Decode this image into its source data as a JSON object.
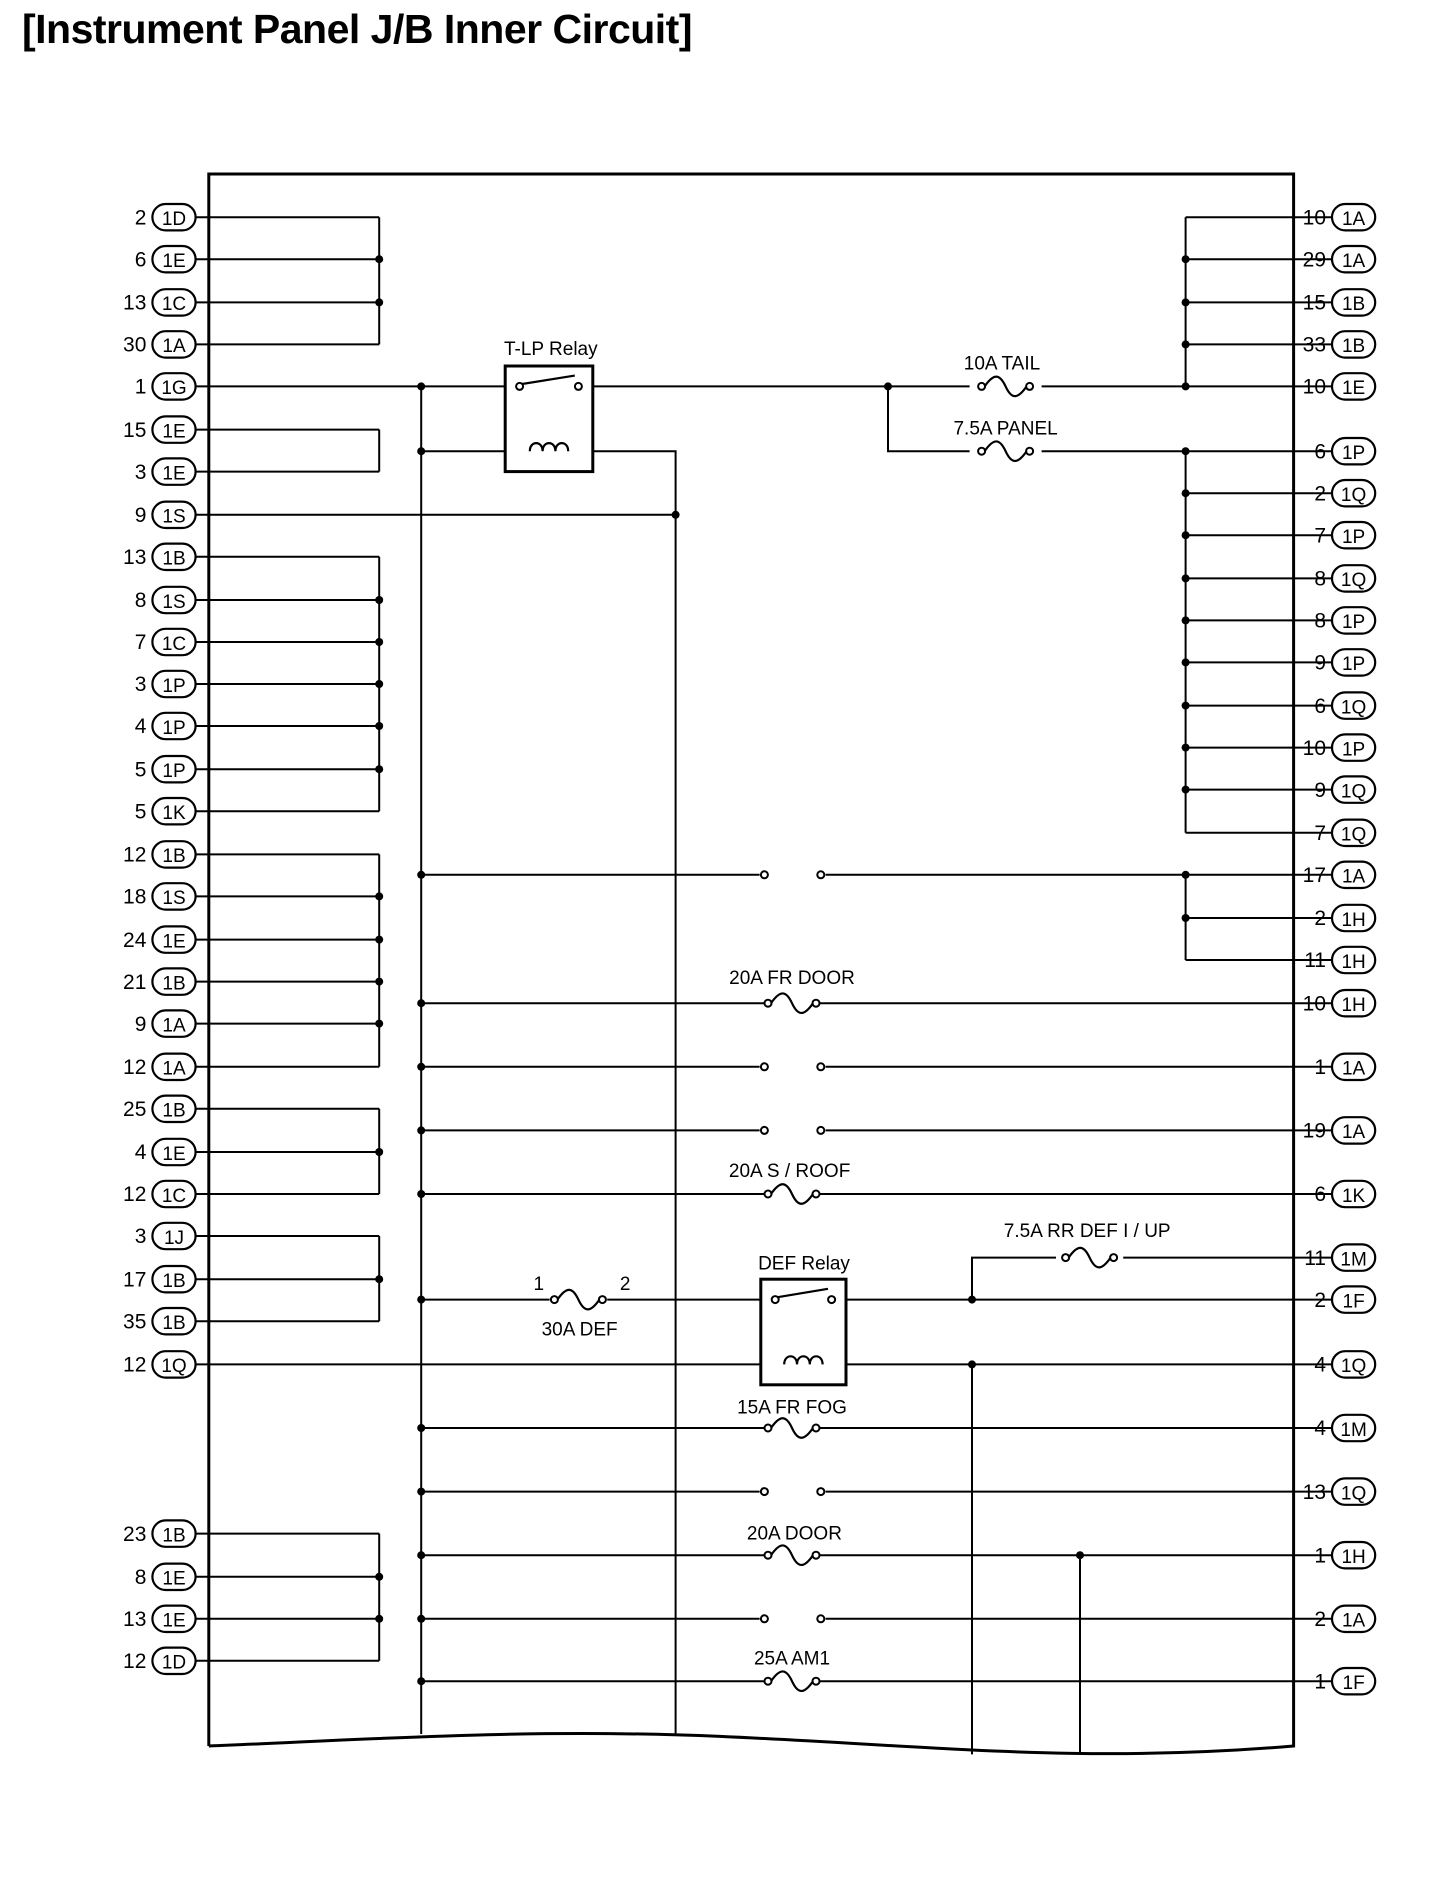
{
  "title": "[Instrument Panel J/B Inner Circuit]",
  "left_pins": [
    {
      "pin": "2",
      "conn": "1D"
    },
    {
      "pin": "6",
      "conn": "1E"
    },
    {
      "pin": "13",
      "conn": "1C"
    },
    {
      "pin": "30",
      "conn": "1A"
    },
    {
      "pin": "1",
      "conn": "1G"
    },
    {
      "pin": "15",
      "conn": "1E"
    },
    {
      "pin": "3",
      "conn": "1E"
    },
    {
      "pin": "9",
      "conn": "1S"
    },
    {
      "pin": "13",
      "conn": "1B"
    },
    {
      "pin": "8",
      "conn": "1S"
    },
    {
      "pin": "7",
      "conn": "1C"
    },
    {
      "pin": "3",
      "conn": "1P"
    },
    {
      "pin": "4",
      "conn": "1P"
    },
    {
      "pin": "5",
      "conn": "1P"
    },
    {
      "pin": "5",
      "conn": "1K"
    },
    {
      "pin": "12",
      "conn": "1B"
    },
    {
      "pin": "18",
      "conn": "1S"
    },
    {
      "pin": "24",
      "conn": "1E"
    },
    {
      "pin": "21",
      "conn": "1B"
    },
    {
      "pin": "9",
      "conn": "1A"
    },
    {
      "pin": "12",
      "conn": "1A"
    },
    {
      "pin": "25",
      "conn": "1B"
    },
    {
      "pin": "4",
      "conn": "1E"
    },
    {
      "pin": "12",
      "conn": "1C"
    },
    {
      "pin": "3",
      "conn": "1J"
    },
    {
      "pin": "17",
      "conn": "1B"
    },
    {
      "pin": "35",
      "conn": "1B"
    },
    {
      "pin": "12",
      "conn": "1Q"
    },
    {
      "pin": "23",
      "conn": "1B"
    },
    {
      "pin": "8",
      "conn": "1E"
    },
    {
      "pin": "13",
      "conn": "1E"
    },
    {
      "pin": "12",
      "conn": "1D"
    }
  ],
  "right_pins": [
    {
      "pin": "10",
      "conn": "1A"
    },
    {
      "pin": "29",
      "conn": "1A"
    },
    {
      "pin": "15",
      "conn": "1B"
    },
    {
      "pin": "33",
      "conn": "1B"
    },
    {
      "pin": "10",
      "conn": "1E"
    },
    {
      "pin": "6",
      "conn": "1P"
    },
    {
      "pin": "2",
      "conn": "1Q"
    },
    {
      "pin": "7",
      "conn": "1P"
    },
    {
      "pin": "8",
      "conn": "1Q"
    },
    {
      "pin": "8",
      "conn": "1P"
    },
    {
      "pin": "9",
      "conn": "1P"
    },
    {
      "pin": "6",
      "conn": "1Q"
    },
    {
      "pin": "10",
      "conn": "1P"
    },
    {
      "pin": "9",
      "conn": "1Q"
    },
    {
      "pin": "7",
      "conn": "1Q"
    },
    {
      "pin": "17",
      "conn": "1A"
    },
    {
      "pin": "2",
      "conn": "1H"
    },
    {
      "pin": "11",
      "conn": "1H"
    },
    {
      "pin": "10",
      "conn": "1H"
    },
    {
      "pin": "1",
      "conn": "1A"
    },
    {
      "pin": "19",
      "conn": "1A"
    },
    {
      "pin": "6",
      "conn": "1K"
    },
    {
      "pin": "11",
      "conn": "1M"
    },
    {
      "pin": "2",
      "conn": "1F"
    },
    {
      "pin": "4",
      "conn": "1Q"
    },
    {
      "pin": "4",
      "conn": "1M"
    },
    {
      "pin": "13",
      "conn": "1Q"
    },
    {
      "pin": "1",
      "conn": "1H"
    },
    {
      "pin": "2",
      "conn": "1A"
    },
    {
      "pin": "1",
      "conn": "1F"
    }
  ],
  "components": {
    "tlp_relay": "T-LP Relay",
    "def_relay": "DEF Relay",
    "fuse_tail": "10A TAIL",
    "fuse_panel": "7.5A PANEL",
    "fuse_fr_door": "20A FR DOOR",
    "fuse_s_roof": "20A S / ROOF",
    "fuse_rr_def": "7.5A RR DEF I / UP",
    "fuse_def": "30A DEF",
    "fuse_def_terminal_1": "1",
    "fuse_def_terminal_2": "2",
    "fuse_fr_fog": "15A FR FOG",
    "fuse_door": "20A DOOR",
    "fuse_am1": "25A AM1"
  }
}
